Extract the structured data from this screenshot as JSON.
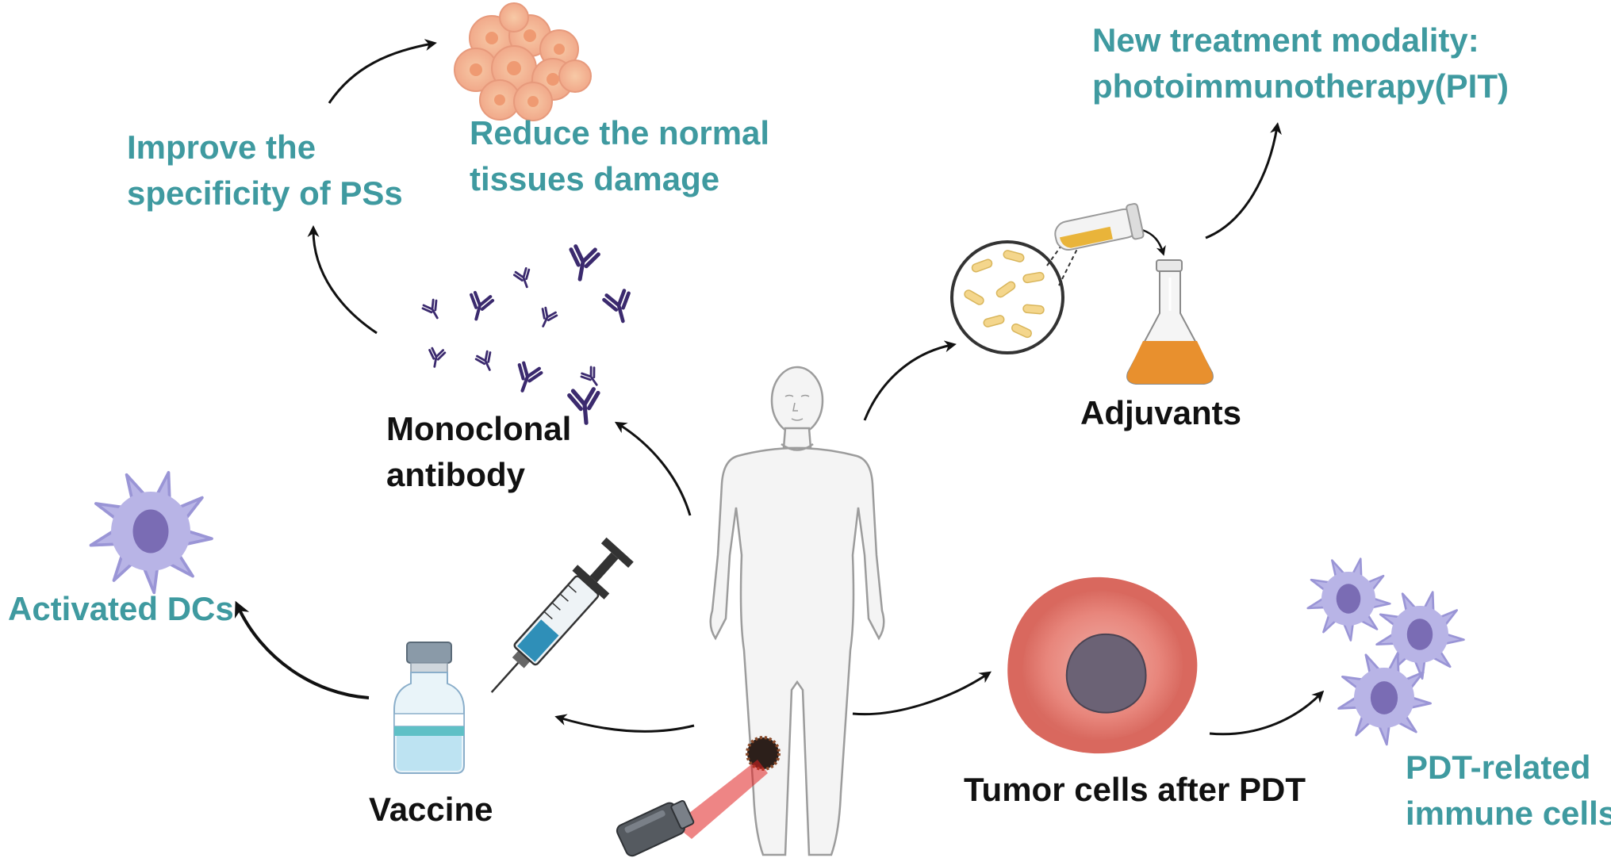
{
  "labels": {
    "new_modality": [
      "New treatment modality:",
      "photoimmunotherapy(PIT)"
    ],
    "reduce_damage": [
      "Reduce the normal",
      "tissues damage"
    ],
    "improve_specificity": [
      "Improve the",
      "specificity of PSs"
    ],
    "monoclonal_antibody": [
      "Monoclonal",
      "antibody"
    ],
    "adjuvants": "Adjuvants",
    "activated_dcs": "Activated DCs",
    "vaccine": "Vaccine",
    "tumor_cells": "Tumor cells after PDT",
    "immune_cells": [
      "PDT-related",
      "immune cells"
    ]
  },
  "colors": {
    "teal_text": "#3f9aa0",
    "dark_text": "#111111",
    "antibody": "#3b2a6e",
    "dc_cell": "#b8b4e6",
    "dc_nucleus": "#6a5aa8",
    "tumor_outer": "#e88a82",
    "tumor_core": "#6b6275",
    "flask_liquid": "#e8902e",
    "vial_liquid": "#bde3f2",
    "syringe_fluid": "#2f8fb8",
    "laser": "#e02020",
    "arrow": "#111111"
  },
  "icons": [
    "human-body-icon",
    "antibody-icon",
    "dendritic-cell-icon",
    "vaccine-vial-icon",
    "syringe-icon",
    "flask-icon",
    "bacteria-culture-icon",
    "tumor-cell-icon",
    "normal-tissue-cells-icon",
    "laser-device-icon"
  ]
}
